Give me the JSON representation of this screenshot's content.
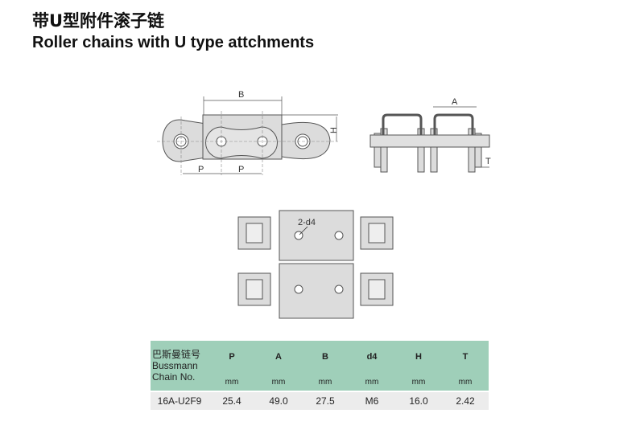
{
  "title_cn": "带U型附件滚子链",
  "title_en": "Roller chains with U type attchments",
  "diagram_labels": {
    "B": "B",
    "H": "H",
    "P1": "P",
    "P2": "P",
    "A": "A",
    "T": "T",
    "d4": "2-d4"
  },
  "table": {
    "first_header": [
      "巴斯曼链号",
      "Bussmann",
      "Chain No."
    ],
    "columns": [
      "P",
      "A",
      "B",
      "d4",
      "H",
      "T"
    ],
    "units": [
      "mm",
      "mm",
      "mm",
      "mm",
      "mm",
      "mm"
    ],
    "rows": [
      [
        "16A-U2F9",
        "25.4",
        "49.0",
        "27.5",
        "M6",
        "16.0",
        "2.42"
      ]
    ]
  },
  "colors": {
    "header": "#9fcfb9",
    "row": "#ececec",
    "part": "#dcdcdc"
  }
}
